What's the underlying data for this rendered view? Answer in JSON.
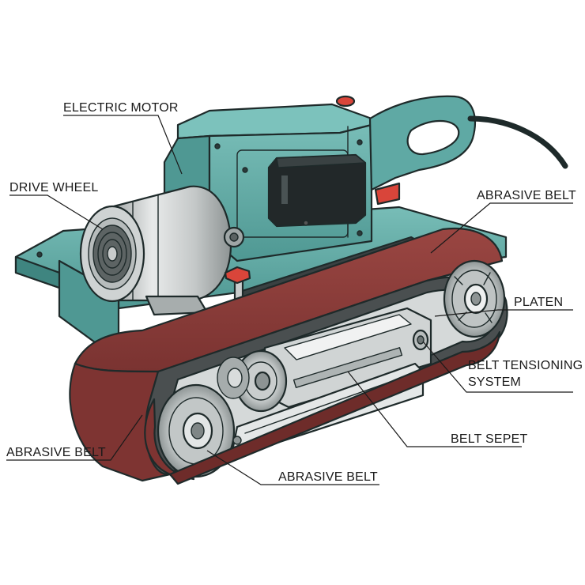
{
  "labels": {
    "electric_motor": "ELECTRIC MOTOR",
    "drive_wheel": "DRIVE WHEEL",
    "abrasive_belt_top": "ABRASIVE BELT",
    "platen": "PLATEN",
    "belt_tensioning_line1": "BELT TENSIONING",
    "belt_tensioning_line2": "SYSTEM",
    "belt_sepet": "BELT SEPET",
    "abrasive_belt_left": "ABRASIVE BELT",
    "abrasive_belt_bottom": "ABRASIVE BELT"
  },
  "colors": {
    "housing": "#5fa9a4",
    "housing_dark": "#3f8580",
    "belt": "#8a3d3a",
    "belt_dark": "#6e2c2a",
    "metal": "#c9cccc",
    "switch_red": "#d9453a",
    "line": "#1e2a2a"
  }
}
